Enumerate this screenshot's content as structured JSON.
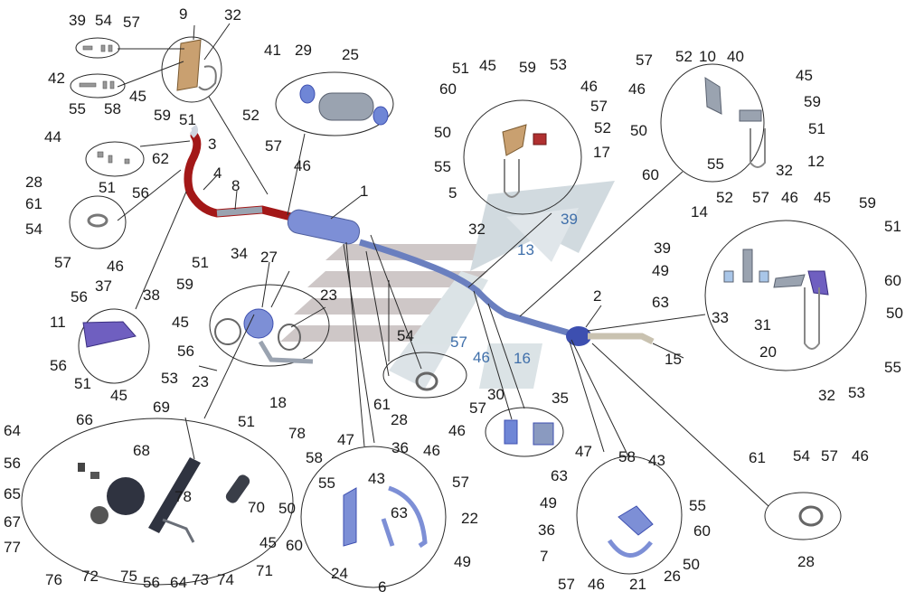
{
  "labels": [
    "1",
    "2",
    "3",
    "4",
    "5",
    "6",
    "7",
    "8",
    "9",
    "10",
    "11",
    "12",
    "13",
    "14",
    "15",
    "16",
    "17",
    "18",
    "20",
    "21",
    "22",
    "23",
    "24",
    "25",
    "26",
    "27",
    "28",
    "29",
    "30",
    "31",
    "32",
    "33",
    "34",
    "35",
    "36",
    "37",
    "38",
    "39",
    "40",
    "41",
    "42",
    "43",
    "44",
    "45",
    "46",
    "47",
    "49",
    "50",
    "51",
    "52",
    "53",
    "54",
    "55",
    "56",
    "57",
    "58",
    "59",
    "60",
    "61",
    "62",
    "63",
    "64",
    "65",
    "66",
    "67",
    "68",
    "69",
    "70",
    "71",
    "72",
    "73",
    "74",
    "75",
    "76",
    "77",
    "78"
  ],
  "colors": {
    "pipe_blue": "#6a7fbf",
    "pipe_red": "#a31818",
    "part_blue": "#7d8fd6",
    "part_tan": "#c9a070",
    "part_grey": "#9aa3b0",
    "watermark": "#cdd7dc",
    "line": "#2a2a2a"
  }
}
